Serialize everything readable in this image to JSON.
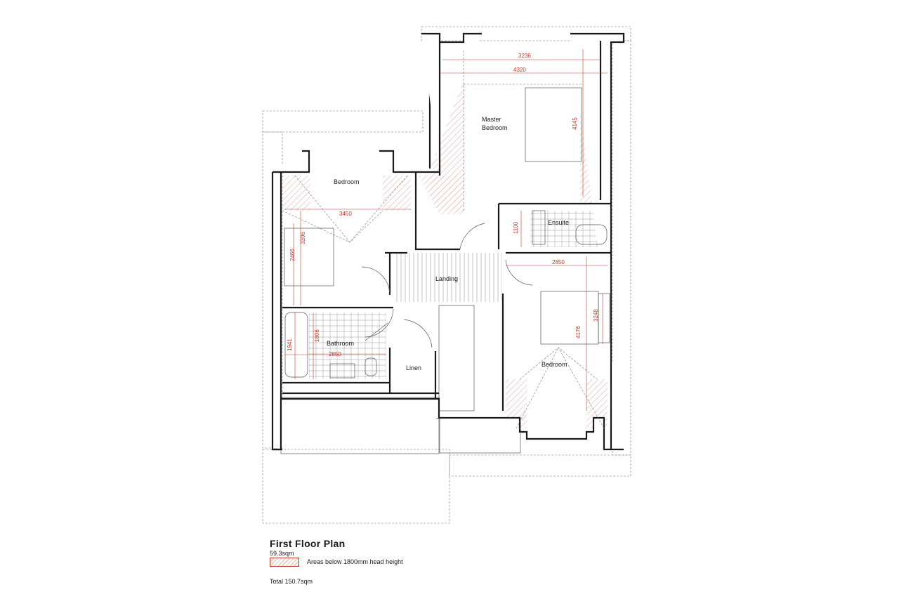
{
  "plan": {
    "title": "First Floor Plan",
    "area": "59.3sqm",
    "legend_label": "Areas below 1800mm head height",
    "total": "Total  150.7sqm",
    "rooms": {
      "master": "Master\nBedroom",
      "bedroom_left": "Bedroom",
      "bedroom_right": "Bedroom",
      "ensuite": "Ensuite",
      "landing": "Landing",
      "bathroom": "Bathroom",
      "linen": "Linen"
    },
    "dimensions": {
      "d3236": "3236",
      "d4320": "4320",
      "d4145": "4145",
      "d3450": "3450",
      "d3396": "3396",
      "d2466": "2466",
      "d1100": "1100",
      "d2850_right": "2850",
      "d3248": "3248",
      "d4176": "4176",
      "d1941": "1941",
      "d1806": "1806",
      "d2850_bath": "2850"
    },
    "colors": {
      "wall": "#1a1a1a",
      "dimension": "#c0392b",
      "hatch": "#e8b4ac"
    }
  }
}
